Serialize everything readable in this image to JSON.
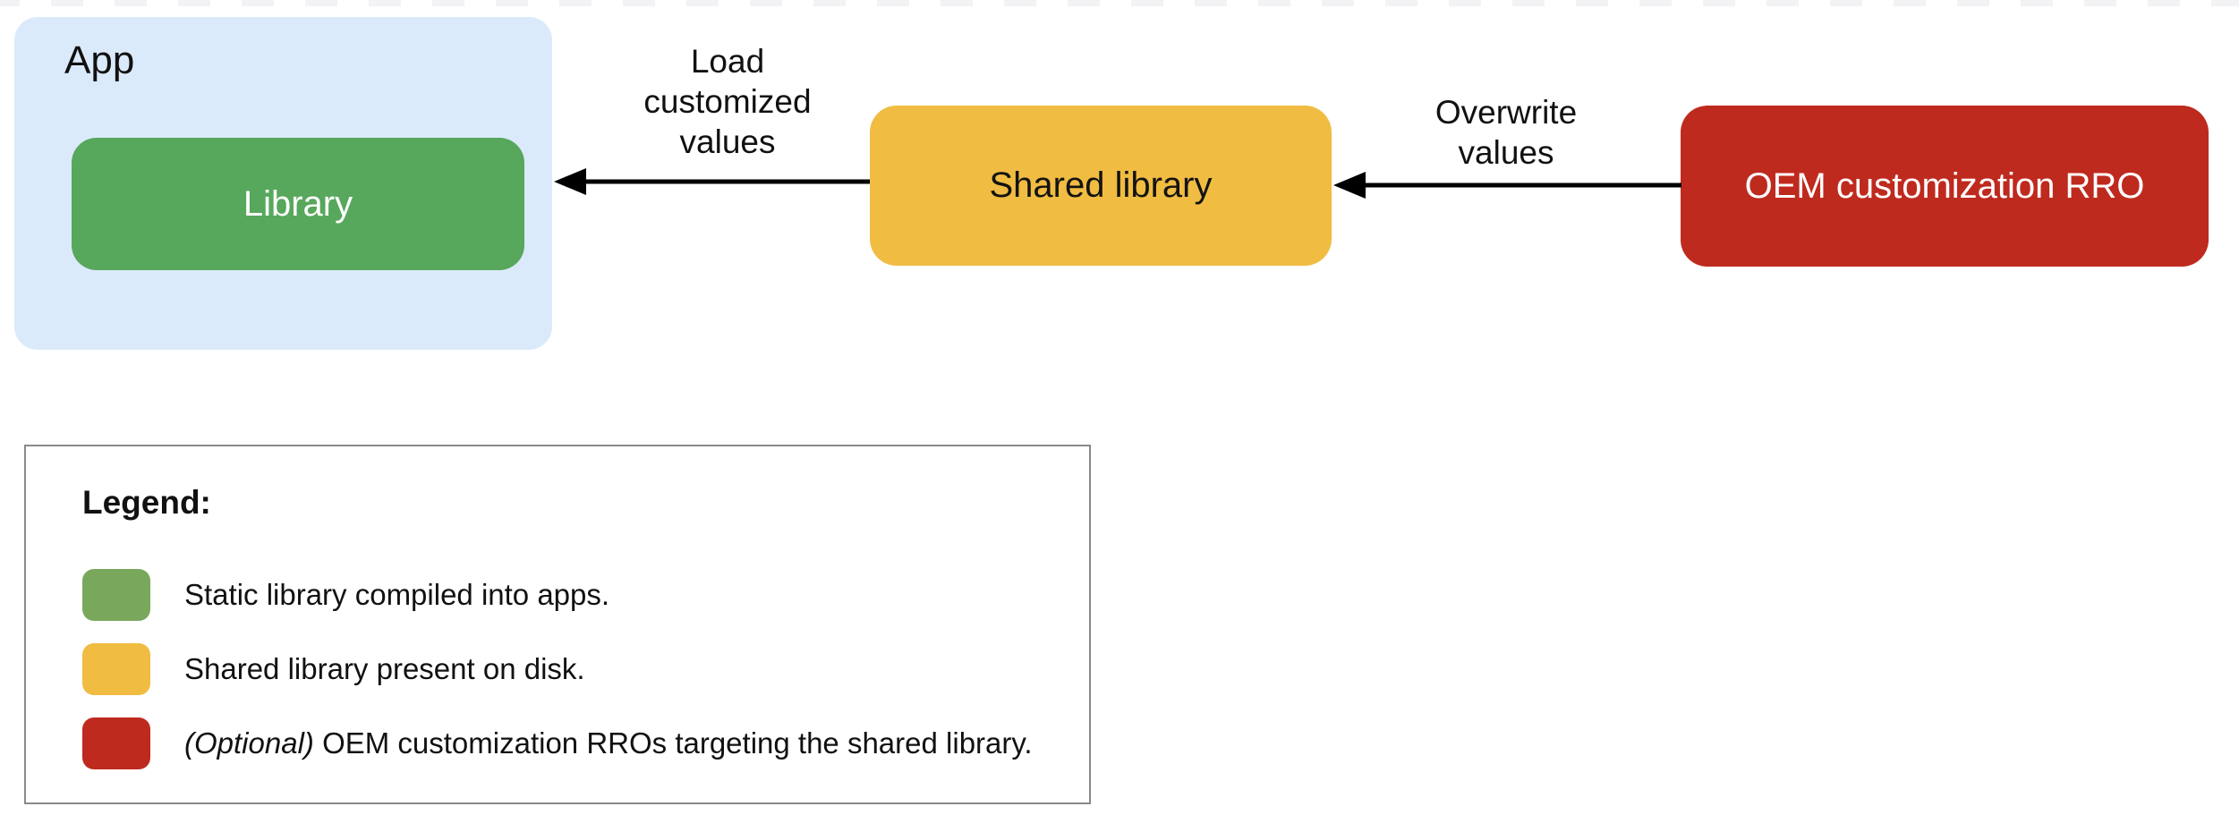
{
  "diagram": {
    "nodes": {
      "app": {
        "label": "App",
        "fill": "#dbeafb",
        "text_color": "#111111"
      },
      "library": {
        "label": "Library",
        "fill": "#57a75c",
        "text_color": "#ffffff"
      },
      "shared_library": {
        "label": "Shared library",
        "fill": "#f0bc42",
        "text_color": "#131313"
      },
      "oem_rro": {
        "label": "OEM customization RRO",
        "fill": "#bf2a1e",
        "text_color": "#ffffff"
      }
    },
    "edges": [
      {
        "from": "shared_library",
        "to": "library",
        "label": "Load\ncustomized\nvalues"
      },
      {
        "from": "oem_rro",
        "to": "shared_library",
        "label": "Overwrite\nvalues"
      }
    ],
    "arrow_color": "#000000"
  },
  "legend": {
    "title": "Legend:",
    "border_color": "#8a8a8a",
    "items": [
      {
        "swatch_color": "#79a85c",
        "italic_prefix": "",
        "label": "Static library compiled into apps."
      },
      {
        "swatch_color": "#f0bc42",
        "italic_prefix": "",
        "label": "Shared library present on disk."
      },
      {
        "swatch_color": "#bf2a1e",
        "italic_prefix": "(Optional) ",
        "label": "OEM customization RROs targeting the shared library."
      }
    ]
  }
}
